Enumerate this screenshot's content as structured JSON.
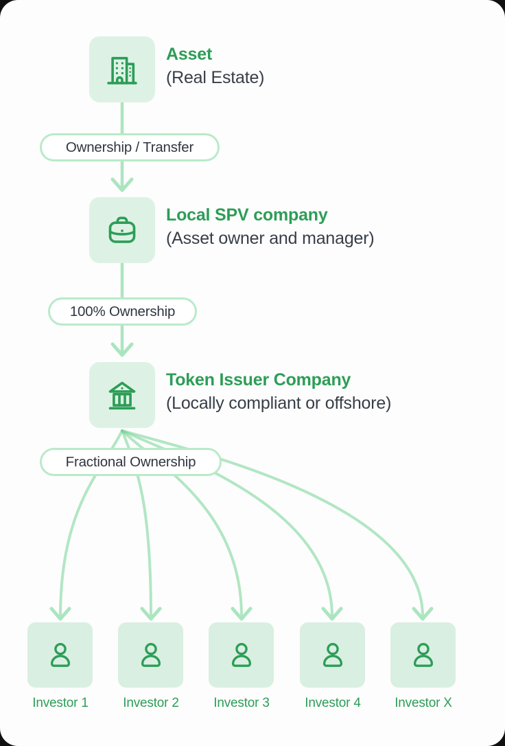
{
  "palette": {
    "card-bg": "#fdfdfd",
    "mint": "#ddf2e5",
    "mint-investor": "#d9efe1",
    "green": "#2d9d57",
    "line": "#abe5bf",
    "pill-border": "#b9eac9",
    "dark": "#383e47"
  },
  "nodes": [
    {
      "title": "Asset",
      "subtitle": "(Real Estate)",
      "icon": "building-icon"
    },
    {
      "title": "Local SPV company",
      "subtitle": "(Asset owner and manager)",
      "icon": "briefcase-icon"
    },
    {
      "title": "Token Issuer Company",
      "subtitle": "(Locally compliant or offshore)",
      "icon": "bank-icon"
    }
  ],
  "edges": [
    {
      "label": "Ownership / Transfer"
    },
    {
      "label": "100% Ownership"
    },
    {
      "label": "Fractional Ownership"
    }
  ],
  "investors": [
    {
      "label": "Investor 1"
    },
    {
      "label": "Investor 2"
    },
    {
      "label": "Investor 3"
    },
    {
      "label": "Investor 4"
    },
    {
      "label": "Investor X"
    }
  ]
}
